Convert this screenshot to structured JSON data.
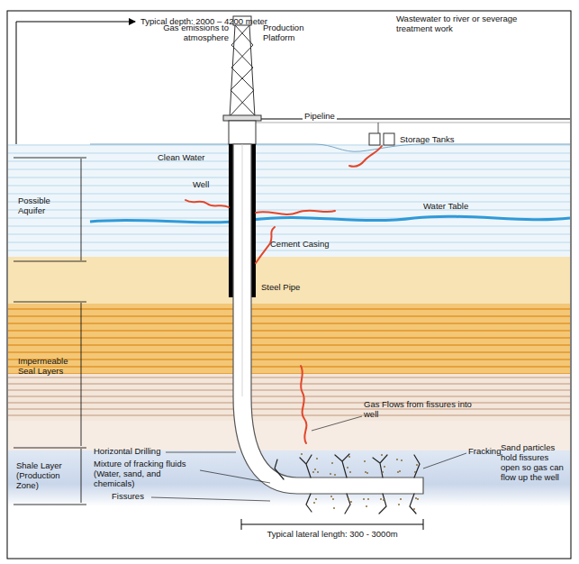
{
  "diagram": {
    "labels": [
      "Typical depth: 2000 – 4200 meter",
      "Gas emissions to atmosphere",
      "Production Platform",
      "Wastewater to river or severage treatment work",
      "Pipeline",
      "Storage Tanks",
      "Clean Water",
      "Well",
      "Water Table",
      "Cement Casing",
      "Steel Pipe",
      "Possible Aquifer",
      "Impermeable Seal Layers",
      "Shale Layer (Production Zone)",
      "Gas Flows from fissures into well",
      "Horizontal Drilling",
      "Mixture of fracking fluids (Water, sand, and chemicals)",
      "Fracking",
      "Sand particles hold fissures open so gas can flow up the well",
      "Fissures",
      "Typical lateral length: 300 - 3000m"
    ]
  }
}
